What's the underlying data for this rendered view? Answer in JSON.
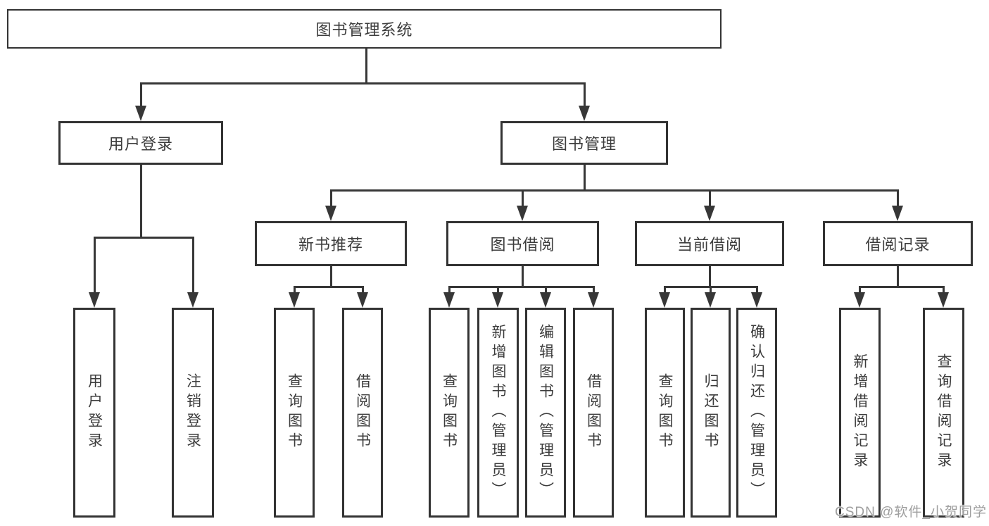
{
  "nodes": {
    "root": "图书管理系统",
    "user_login": "用户登录",
    "book_mgmt": "图书管理",
    "new_book_rec": "新书推荐",
    "book_borrow": "图书借阅",
    "current_borrow": "当前借阅",
    "borrow_records": "借阅记录",
    "leaf_user_login": "用户登录",
    "leaf_logout": "注销登录",
    "leaf_rec_query": "查询图书",
    "leaf_rec_borrow": "借阅图书",
    "leaf_bb_query": "查询图书",
    "leaf_bb_add": "新增图书（管理员）",
    "leaf_bb_edit": "编辑图书（管理员）",
    "leaf_bb_borrow": "借阅图书",
    "leaf_cb_query": "查询图书",
    "leaf_cb_return": "归还图书",
    "leaf_cb_confirm": "确认归还（管理员）",
    "leaf_br_add": "新增借阅记录",
    "leaf_br_query": "查询借阅记录"
  },
  "watermark": "CSDN @软件_小贺同学",
  "colors": {
    "line": "#373737",
    "border": "#333333",
    "text": "#3c3c3c",
    "watermark": "#9e9e9e",
    "background": "#ffffff"
  }
}
